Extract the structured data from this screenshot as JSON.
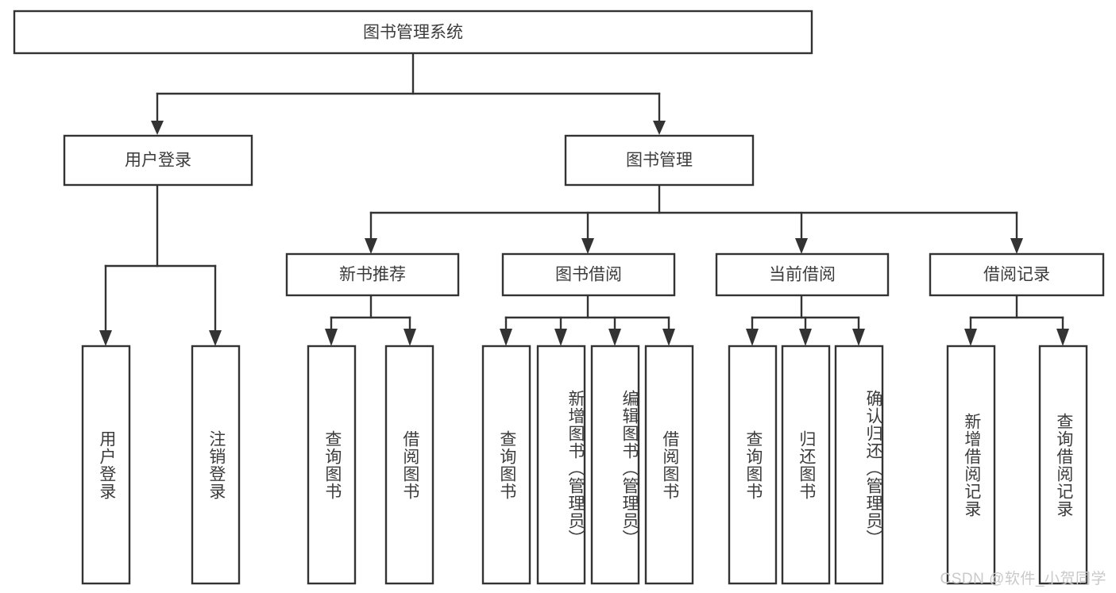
{
  "diagram": {
    "title": "图书管理系统",
    "type": "tree",
    "colors": {
      "box_stroke": "#333333",
      "box_fill": "#ffffff",
      "text": "#3c3c3c",
      "background": "#ffffff",
      "watermark": "#c9c9c9"
    },
    "root": {
      "label": "图书管理系统"
    },
    "level2": [
      {
        "label": "用户登录"
      },
      {
        "label": "图书管理"
      }
    ],
    "level3": [
      {
        "label": "新书推荐"
      },
      {
        "label": "图书借阅"
      },
      {
        "label": "当前借阅"
      },
      {
        "label": "借阅记录"
      }
    ],
    "leaves": {
      "user_login": [
        {
          "label": "用户登录"
        },
        {
          "label": "注销登录"
        }
      ],
      "new_book": [
        {
          "label": "查询图书"
        },
        {
          "label": "借阅图书"
        }
      ],
      "book_borrow": [
        {
          "label": "查询图书"
        },
        {
          "label": "新增图书（管理员）"
        },
        {
          "label": "编辑图书（管理员）"
        },
        {
          "label": "借阅图书"
        }
      ],
      "current_borrow": [
        {
          "label": "查询图书"
        },
        {
          "label": "归还图书"
        },
        {
          "label": "确认归还（管理员）"
        }
      ],
      "borrow_record": [
        {
          "label": "新增借阅记录"
        },
        {
          "label": "查询借阅记录"
        }
      ]
    }
  },
  "watermark": {
    "text": "CSDN @软件_小贺同学"
  }
}
